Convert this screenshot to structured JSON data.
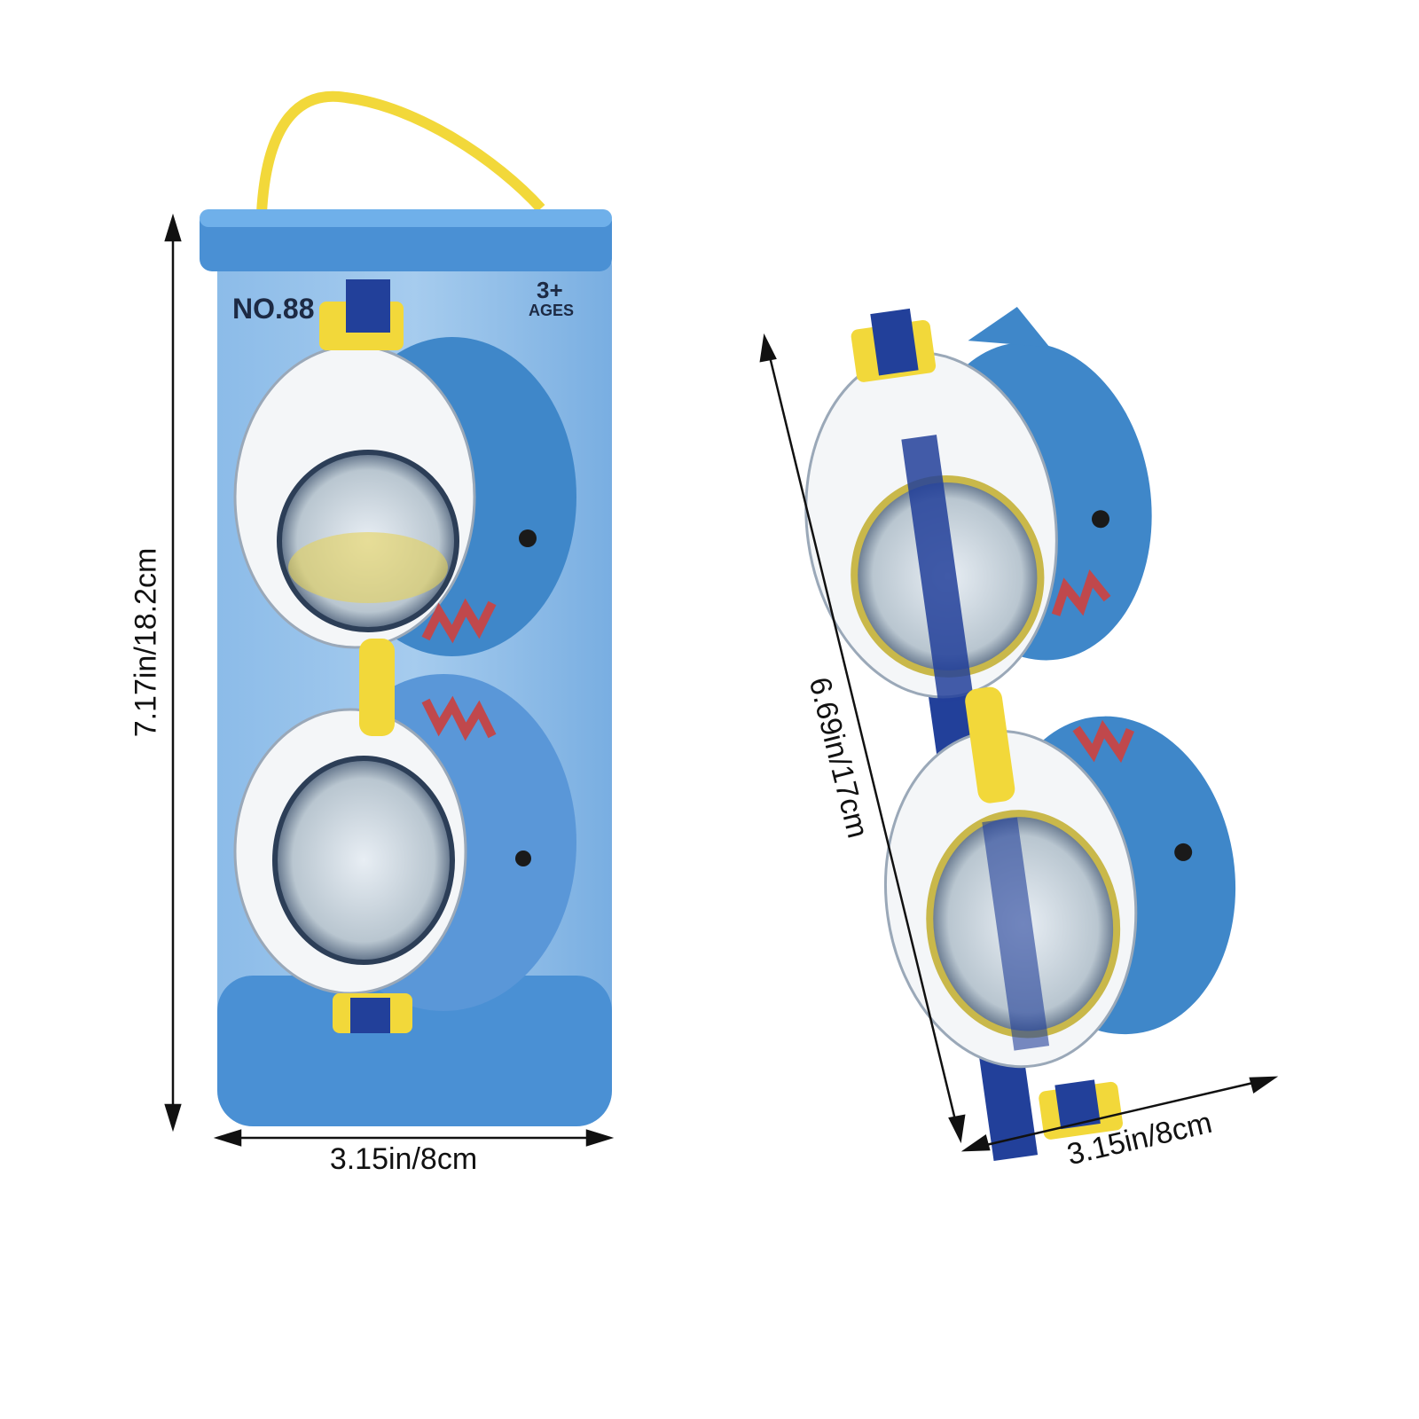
{
  "dimensions": {
    "package_height": "7.17in/18.2cm",
    "package_width": "3.15in/8cm",
    "goggles_length": "6.69in/17cm",
    "goggles_width": "3.15in/8cm"
  },
  "package": {
    "model_number": "NO.88",
    "age_top": "3+",
    "age_bottom": "AGES"
  },
  "colors": {
    "case_blue": "#4a90d4",
    "shark_blue": "#3f87c9",
    "strap_yellow": "#f2d83a",
    "strap_navy": "#22409a",
    "teeth_red": "#c0484c"
  }
}
